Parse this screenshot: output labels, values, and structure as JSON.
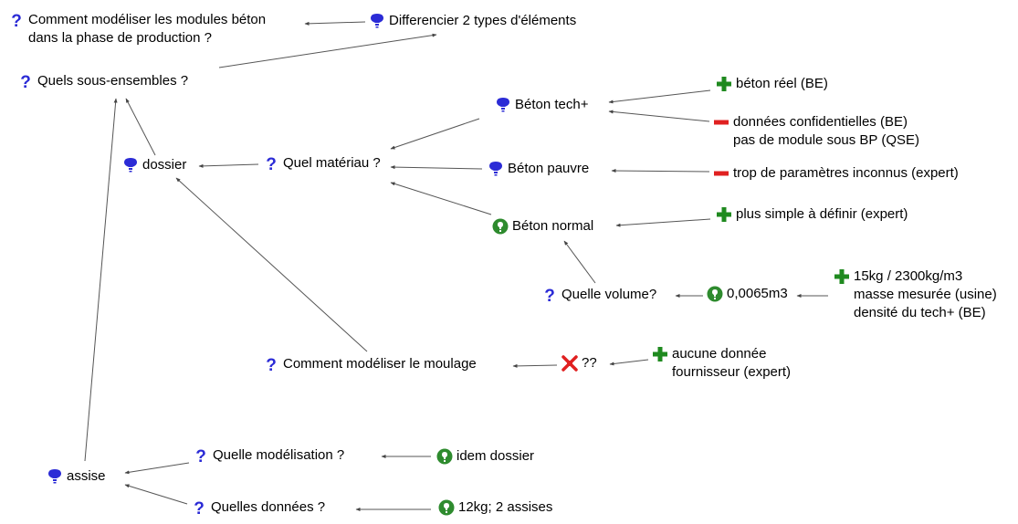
{
  "colors": {
    "question": "#2b2bd6",
    "idea": "#2b2bd6",
    "position": "#2e8b2e",
    "pro": "#1f8a1f",
    "con": "#e02020",
    "rejected": "#e02020",
    "edge": "#444444"
  },
  "nodes": {
    "n_top_question": {
      "icon": "question-icon",
      "text": "Comment modéliser les modules béton\ndans la phase de production ?"
    },
    "n_differencier": {
      "icon": "idea-icon",
      "text": "Differencier 2 types d'éléments"
    },
    "n_sous_ensembles": {
      "icon": "question-icon",
      "text": "Quels sous-ensembles ?"
    },
    "n_dossier": {
      "icon": "idea-icon",
      "text": "dossier"
    },
    "n_quel_materiau": {
      "icon": "question-icon",
      "text": "Quel matériau ?"
    },
    "n_beton_tech": {
      "icon": "idea-icon",
      "text": "Béton tech+"
    },
    "n_beton_pauvre": {
      "icon": "idea-icon",
      "text": "Béton pauvre"
    },
    "n_beton_normal": {
      "icon": "position-icon",
      "text": "Béton normal"
    },
    "n_beton_reel": {
      "icon": "plus-icon",
      "text": "béton réel (BE)"
    },
    "n_confidentielles": {
      "icon": "minus-icon",
      "text": "données confidentielles (BE)\npas de module sous BP (QSE)"
    },
    "n_trop_parametres": {
      "icon": "minus-icon",
      "text": "trop de paramètres inconnus (expert)"
    },
    "n_plus_simple": {
      "icon": "plus-icon",
      "text": "plus simple à définir (expert)"
    },
    "n_quelle_volume": {
      "icon": "question-icon",
      "text": "Quelle volume?"
    },
    "n_volume_value": {
      "icon": "position-icon",
      "text": "0,0065m3"
    },
    "n_masse": {
      "icon": "plus-icon",
      "text": "15kg / 2300kg/m3\nmasse mesurée (usine)\ndensité du tech+ (BE)"
    },
    "n_moulage": {
      "icon": "question-icon",
      "text": "Comment modéliser le moulage"
    },
    "n_unknown": {
      "icon": "rejected-icon",
      "text": "??"
    },
    "n_aucune": {
      "icon": "plus-icon",
      "text": "aucune donnée\nfournisseur (expert)"
    },
    "n_assise": {
      "icon": "idea-icon",
      "text": "assise"
    },
    "n_quelle_modelisation": {
      "icon": "question-icon",
      "text": "Quelle modélisation ?"
    },
    "n_idem_dossier": {
      "icon": "position-icon",
      "text": "idem dossier"
    },
    "n_quelles_donnees": {
      "icon": "question-icon",
      "text": "Quelles données ?"
    },
    "n_12kg": {
      "icon": "position-icon",
      "text": "12kg; 2 assises"
    }
  }
}
